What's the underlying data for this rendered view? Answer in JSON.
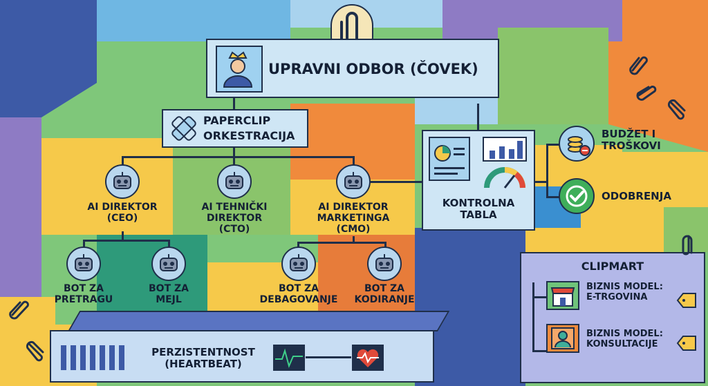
{
  "board": {
    "title": "UPRAVNI ODBOR (ČOVEK)",
    "icon": "crowned-person-icon"
  },
  "orchestration": {
    "line1": "PAPERCLIP",
    "line2": "ORKESTRACIJA",
    "icon": "paperclip-icon"
  },
  "directors": [
    {
      "line1": "AI DIREKTOR",
      "line2": "(CEO)",
      "line3": ""
    },
    {
      "line1": "AI TEHNIČKI",
      "line2": "DIREKTOR",
      "line3": "(CTO)"
    },
    {
      "line1": "AI DIREKTOR",
      "line2": "MARKETINGA",
      "line3": "(CMO)"
    }
  ],
  "bots": [
    {
      "line1": "BOT ZA",
      "line2": "PRETRAGU"
    },
    {
      "line1": "BOT ZA",
      "line2": "MEJL"
    },
    {
      "line1": "BOT ZA",
      "line2": "DEBAGOVANJE"
    },
    {
      "line1": "BOT ZA",
      "line2": "KODIRANJE"
    }
  ],
  "dashboard": {
    "line1": "KONTROLNA",
    "line2": "TABLA"
  },
  "budget": {
    "line1": "BUDŽET I",
    "line2": "TROŠKOVI",
    "icon": "coins-icon"
  },
  "approvals": {
    "label": "ODOBRENJA",
    "icon": "checkmark-icon"
  },
  "clipmart": {
    "title": "CLIPMART",
    "items": [
      {
        "line1": "BIZNIS MODEL:",
        "line2": "E-TRGOVINA",
        "icon": "storefront-icon"
      },
      {
        "line1": "BIZNIS MODEL:",
        "line2": "KONSULTACIJE",
        "icon": "consultant-icon"
      }
    ]
  },
  "persistence": {
    "line1": "PERZISTENTNOST",
    "line2": "(HEARTBEAT)",
    "icons": [
      "pulse-monitor-icon",
      "heart-pulse-icon"
    ]
  },
  "colors": {
    "box": "#cfe6f5",
    "outline": "#1f2f4a",
    "clipmart": "#b3b8e8",
    "server": "#3f5aa8"
  }
}
